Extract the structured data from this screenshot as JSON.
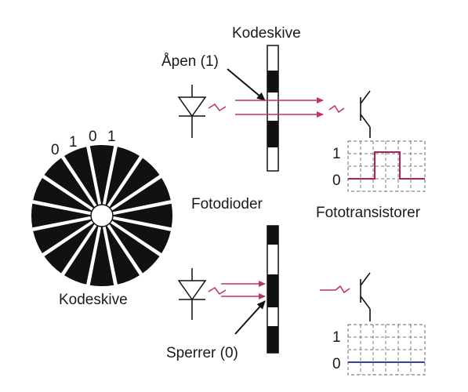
{
  "labels": {
    "disk_top": "Kodeskive",
    "open": "Åpen (1)",
    "photodiodes": "Fotodioder",
    "phototransistors": "Fototransistorer",
    "disk_wheel": "Kodeskive",
    "blocked": "Sperrer (0)",
    "bits": [
      "0",
      "1",
      "0",
      "1"
    ],
    "level_high_top": "1",
    "level_low_top": "0",
    "level_high_bottom": "1",
    "level_low_bottom": "0"
  },
  "colors": {
    "ink": "#111111",
    "beam": "#c0306a",
    "signal_high": "#b02060",
    "signal_low": "#3a3fa0",
    "grid": "#666666"
  }
}
